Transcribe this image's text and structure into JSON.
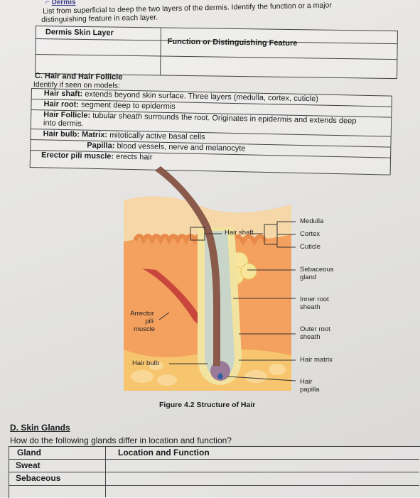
{
  "dermis": {
    "heading": "Dermis",
    "instruction_line1": "List from superficial to deep the two layers of the dermis. Identify the function or a major",
    "instruction_line2": "distinguishing feature in each layer.",
    "table_headers": [
      "Dermis Skin Layer",
      "Function or Distinguishing Feature"
    ]
  },
  "hair": {
    "heading": "C. Hair and Hair Follicle",
    "subheading": "Identify if seen on models:",
    "rows": [
      {
        "term": "Hair shaft:",
        "desc": "extends beyond skin surface. Three layers (medulla, cortex, cuticle)"
      },
      {
        "term": "Hair root:",
        "desc": "segment deep to epidermis"
      },
      {
        "term": "Hair Follicle:",
        "desc": "tubular sheath surrounds the root. Originates in epidermis and extends deep"
      },
      {
        "term": "",
        "desc": "into dermis."
      },
      {
        "term": "Hair bulb: Matrix:",
        "desc": "mitotically active basal cells"
      },
      {
        "term": "Papilla:",
        "desc": "blood vessels, nerve and melanocyte"
      },
      {
        "term": "Erector pili muscle:",
        "desc": "erects hair"
      }
    ]
  },
  "figure": {
    "caption": "Figure 4.2 Structure of Hair",
    "labels_left": [
      "Hair shaft",
      "Arrector pili muscle",
      "Hair bulb"
    ],
    "arrector_lines": [
      "Arrector",
      "pili",
      "muscle"
    ],
    "labels_right": [
      "Medulla",
      "Cortex",
      "Cuticle",
      "Sebaceous gland",
      "Inner root sheath",
      "Outer root sheath",
      "Hair matrix",
      "Hair papilla"
    ],
    "right_lines": {
      "sebaceous": [
        "Sebaceous",
        "gland"
      ],
      "inner": [
        "Inner root",
        "sheath"
      ],
      "outer": [
        "Outer root",
        "sheath"
      ],
      "papilla": [
        "Hair",
        "papilla"
      ]
    }
  },
  "glands": {
    "heading": "D. Skin Glands",
    "question": "How do the following glands differ in location and function?",
    "headers": [
      "Gland",
      "Location and Function"
    ],
    "rows": [
      "Sweat",
      "Sebaceous"
    ]
  },
  "colors": {
    "epidermis": "#f6d7a8",
    "dermis": "#f4a05f",
    "hypodermis": "#f7c56e",
    "hair": "#8a5a4a",
    "muscle": "#c9463c"
  }
}
